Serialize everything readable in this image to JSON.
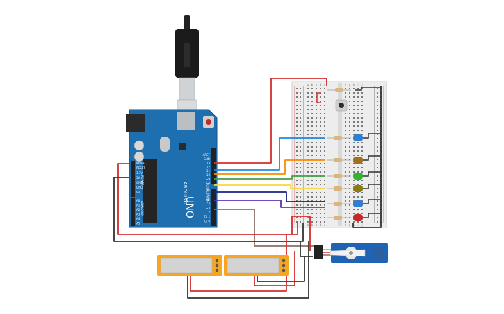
{
  "board": {
    "brand": "ARDUINO",
    "model": "UNO",
    "power_header": [
      "IOREF",
      "RESET",
      "3.3V",
      "5V",
      "GND",
      "GND",
      "Vin"
    ],
    "analog_header": [
      "A0",
      "A1",
      "A2",
      "A3",
      "A4",
      "A5"
    ],
    "section_power": "POWER",
    "section_analog": "ANALOG IN",
    "section_digital": "DIGITAL (PWM~)",
    "top_header": [
      "AREF",
      "GND",
      "13",
      "12",
      "~11",
      "~10",
      "~9",
      "8"
    ],
    "bottom_header": [
      "7",
      "~6",
      "~5",
      "4",
      "~3",
      "2",
      "TX 1",
      "RX 0"
    ]
  },
  "breadboard": {
    "col_letters_left": [
      "a",
      "b",
      "c",
      "d",
      "e"
    ],
    "col_letters_right": [
      "f",
      "g",
      "h",
      "i",
      "j"
    ],
    "rail_plus": "+",
    "rail_minus": "-"
  },
  "leds": [
    {
      "color": "#2f7fd0"
    },
    {
      "color": "#a0721d"
    },
    {
      "color": "#2fb52f"
    },
    {
      "color": "#8c7a12"
    },
    {
      "color": "#2f7fd0"
    },
    {
      "color": "#c62828"
    }
  ],
  "colors": {
    "board": "#1e6fb0",
    "breadboard": "#ededed",
    "wire_red": "#d32f2f",
    "wire_black": "#333333",
    "wire_blue": "#1e88e5",
    "wire_orange": "#fb8c00",
    "wire_green": "#43a047",
    "wire_yellow": "#fdd835",
    "wire_purple": "#5e35b1",
    "wire_brown": "#8d6e63",
    "potentiometer": "#f6a623",
    "servo": "#1e63b4"
  }
}
